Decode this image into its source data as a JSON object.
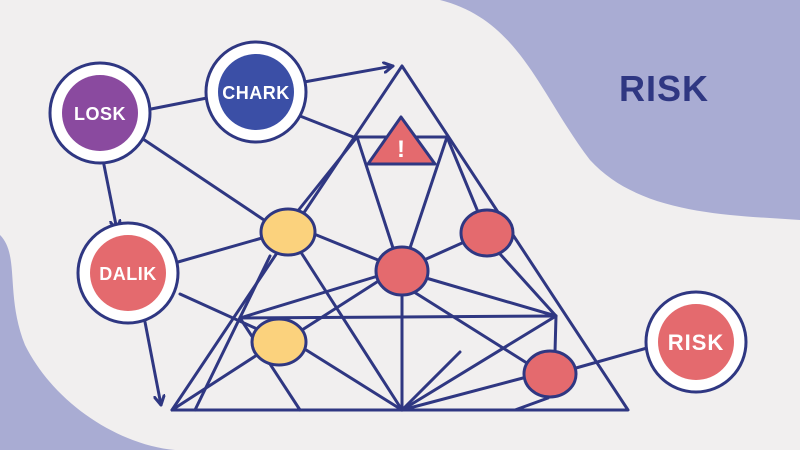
{
  "title": "RISK",
  "nodes": {
    "losk": {
      "label": "LOSK"
    },
    "chark": {
      "label": "CHARK"
    },
    "dalik": {
      "label": "DALIK"
    },
    "risk": {
      "label": "RISK"
    }
  },
  "warning": {
    "symbol": "!"
  },
  "colors": {
    "background": "#a9acd3",
    "blob": "#f1efef",
    "line": "#2f3782",
    "purple": "#8a4a9f",
    "blue": "#3b4fa6",
    "red": "#e46a6e",
    "yellow": "#fbd27d"
  },
  "icons": [
    "warning-icon",
    "arrow-icon"
  ]
}
